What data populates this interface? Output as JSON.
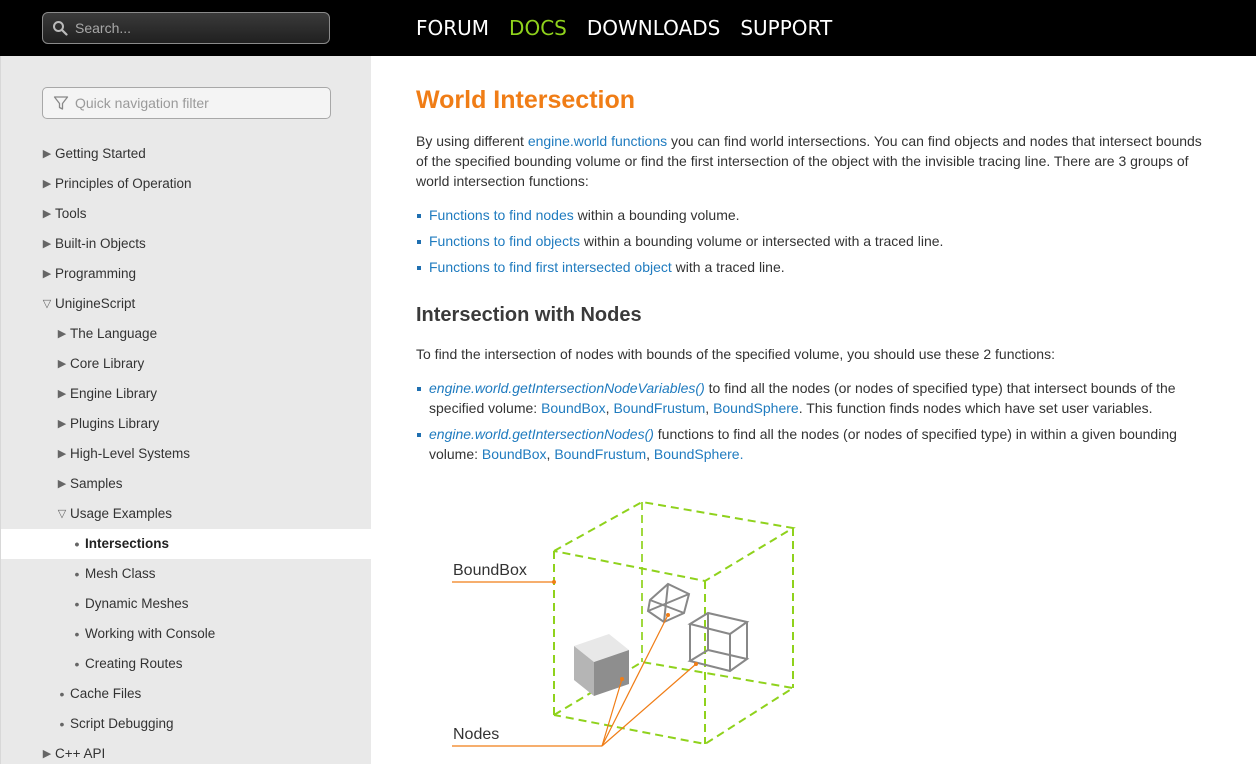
{
  "header": {
    "search_placeholder": "Search...",
    "nav": [
      {
        "label": "FORUM",
        "active": false
      },
      {
        "label": "DOCS",
        "active": true
      },
      {
        "label": "DOWNLOADS",
        "active": false
      },
      {
        "label": "SUPPORT",
        "active": false
      }
    ]
  },
  "sidebar": {
    "filter_placeholder": "Quick navigation filter",
    "items": [
      {
        "label": "Getting Started",
        "level": 0,
        "marker": "▶"
      },
      {
        "label": "Principles of Operation",
        "level": 0,
        "marker": "▶"
      },
      {
        "label": "Tools",
        "level": 0,
        "marker": "▶"
      },
      {
        "label": "Built-in Objects",
        "level": 0,
        "marker": "▶"
      },
      {
        "label": "Programming",
        "level": 0,
        "marker": "▶"
      },
      {
        "label": "UnigineScript",
        "level": 0,
        "marker": "▽"
      },
      {
        "label": "The Language",
        "level": 1,
        "marker": "▶"
      },
      {
        "label": "Core Library",
        "level": 1,
        "marker": "▶"
      },
      {
        "label": "Engine Library",
        "level": 1,
        "marker": "▶"
      },
      {
        "label": "Plugins Library",
        "level": 1,
        "marker": "▶"
      },
      {
        "label": "High-Level Systems",
        "level": 1,
        "marker": "▶"
      },
      {
        "label": "Samples",
        "level": 1,
        "marker": "▶"
      },
      {
        "label": "Usage Examples",
        "level": 1,
        "marker": "▽"
      },
      {
        "label": "Intersections",
        "level": 2,
        "marker": "•",
        "current": true
      },
      {
        "label": "Mesh Class",
        "level": 2,
        "marker": "•"
      },
      {
        "label": "Dynamic Meshes",
        "level": 2,
        "marker": "•"
      },
      {
        "label": "Working with Console",
        "level": 2,
        "marker": "•"
      },
      {
        "label": "Creating Routes",
        "level": 2,
        "marker": "•"
      },
      {
        "label": "Cache Files",
        "level": 1,
        "marker": "•"
      },
      {
        "label": "Script Debugging",
        "level": 1,
        "marker": "•"
      },
      {
        "label": "C++ API",
        "level": 0,
        "marker": "▶"
      }
    ]
  },
  "content": {
    "title": "World Intersection",
    "intro": {
      "pre": "By using different ",
      "link": "engine.world functions",
      "post": " you can find world intersections. You can find objects and nodes that intersect bounds of the specified bounding volume or find the first intersection of the object with the invisible tracing line. There are 3 groups of world intersection functions:"
    },
    "groups": [
      {
        "link": "Functions to find nodes",
        "text": " within a bounding volume."
      },
      {
        "link": "Functions to find objects",
        "text": " within a bounding volume or intersected with a traced line."
      },
      {
        "link": "Functions to find first intersected object",
        "text": " with a traced line."
      }
    ],
    "section_title": "Intersection with Nodes",
    "section_intro": "To find the intersection of nodes with bounds of the specified volume, you should use these 2 functions:",
    "functions": [
      {
        "name": "engine.world.getIntersectionNodeVariables()",
        "pre": " to find all the nodes (or nodes of specified type) that intersect bounds of the specified volume: ",
        "links": [
          "BoundBox",
          "BoundFrustum",
          "BoundSphere"
        ],
        "post": ". This function finds nodes which have set user variables."
      },
      {
        "name": "engine.world.getIntersectionNodes()",
        "pre": " functions to find all the nodes (or nodes of specified type) in within a given bounding volume: ",
        "links": [
          "BoundBox",
          "BoundFrustum",
          "BoundSphere"
        ],
        "post": "."
      }
    ],
    "diagram": {
      "label_box": "BoundBox",
      "label_nodes": "Nodes",
      "box_color": "#8fd21c",
      "pointer_color": "#f07d16",
      "node_color": "#888888"
    }
  }
}
